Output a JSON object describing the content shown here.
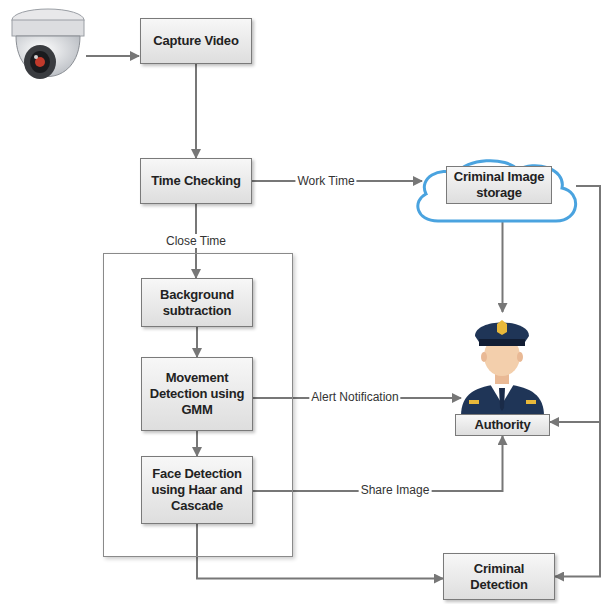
{
  "diagram": {
    "nodes": [
      {
        "text": [
          "Capture Video"
        ]
      },
      {
        "text": [
          "Time Checking"
        ]
      },
      {
        "text": [
          "Criminal Image storage"
        ]
      },
      {
        "text": []
      },
      {
        "text": [
          "Background subtraction"
        ],
        "in": 3
      },
      {
        "text": [
          "Movement Detection using GMM"
        ],
        "in": 3
      },
      {
        "text": [
          "Face Detection using Haar and Cascade"
        ],
        "in": 3
      },
      {
        "text": [
          "Authority"
        ]
      },
      {
        "text": [
          "Criminal Detection"
        ]
      }
    ],
    "edges": [
      {
        "from": 0,
        "to": 1,
        "arrow": "to"
      },
      {
        "from": 1,
        "to": 2,
        "label": "Work Time",
        "arrow": "to"
      },
      {
        "from": 1,
        "to": 4,
        "label": "Close Time",
        "arrow": "to"
      },
      {
        "from": 4,
        "to": 5,
        "arrow": "to"
      },
      {
        "from": 5,
        "to": 6,
        "arrow": "to"
      },
      {
        "from": 5,
        "to": 7,
        "label": "Alert Notification",
        "arrow": "to"
      },
      {
        "from": 6,
        "to": 7,
        "label": "Share Image",
        "arrow": "to"
      },
      {
        "from": 2,
        "to": 7,
        "arrow": "to"
      },
      {
        "from": 2,
        "to": 7,
        "arrow": "to"
      },
      {
        "from": 2,
        "to": 8,
        "arrow": "to"
      },
      {
        "from": 6,
        "to": 8,
        "arrow": "to"
      }
    ]
  }
}
